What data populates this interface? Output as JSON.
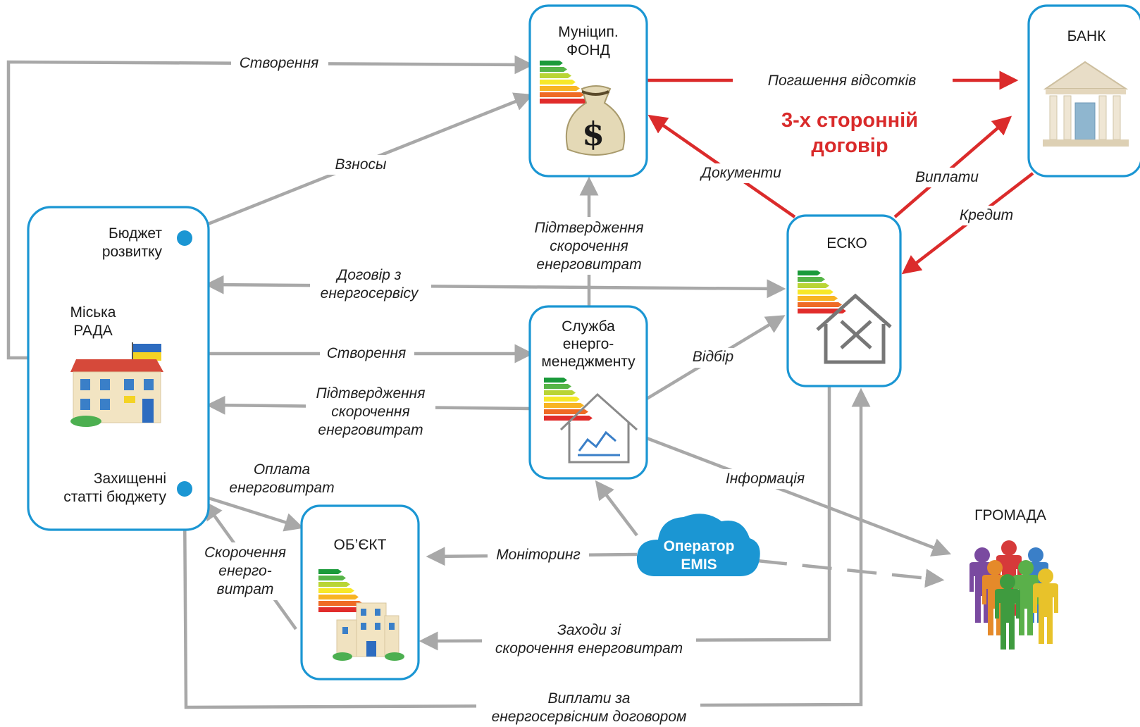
{
  "nodes": {
    "fund": {
      "title": [
        "Муніцип.",
        "ФОНД"
      ]
    },
    "bank": {
      "title": "БАНК"
    },
    "esco": {
      "title": "ЕСКО"
    },
    "city": {
      "title": [
        "Міська",
        "РАДА"
      ],
      "budget_dev": [
        "Бюджет",
        "розвитку"
      ],
      "protected": [
        "Захищенні",
        "статті бюджету"
      ]
    },
    "service": {
      "title": [
        "Служба",
        "енерго-",
        "менеджменту"
      ]
    },
    "object": {
      "title": "ОБ’ЄКТ"
    },
    "operator": {
      "title": [
        "Оператор",
        "EMIS"
      ]
    },
    "community": {
      "title": "ГРОМАДА"
    }
  },
  "contract_label": [
    "3-х сторонній",
    "договір"
  ],
  "flows": {
    "creation_fund": "Створення",
    "contributions": "Взносы",
    "interest_repayment": "Погашення відсотків",
    "documents": "Документи",
    "payments_bank": "Виплати",
    "credit": "Кредит",
    "confirm_fund": [
      "Підтвердження",
      "скорочення",
      "енерговитрат"
    ],
    "energy_service_contract": [
      "Договір з",
      "енергосервісу"
    ],
    "creation_service": "Створення",
    "selection": "Відбір",
    "confirm_city": [
      "Підтвердження",
      "скорочення",
      "енерговитрат"
    ],
    "payment_energy": [
      "Оплата",
      "енерговитрат"
    ],
    "reduction": [
      "Скорочення",
      "енерго-",
      "витрат"
    ],
    "information": "Інформація",
    "monitoring": "Моніторинг",
    "measures": [
      "Заходи зі",
      "скорочення енерговитрат"
    ],
    "payments_contract": [
      "Виплати за",
      "енергосервісним договором"
    ]
  },
  "colors": {
    "box_border": "#1b96d3",
    "flow_gray": "#a8a8a8",
    "flow_red": "#db2b2b",
    "cloud": "#1b96d3"
  },
  "icons": [
    "money-bag-icon",
    "bank-building-icon",
    "city-hall-icon",
    "esco-house-tools-icon",
    "energy-monitor-house-icon",
    "office-building-icon",
    "people-group-icon",
    "energy-rating-icon",
    "cloud-icon"
  ]
}
